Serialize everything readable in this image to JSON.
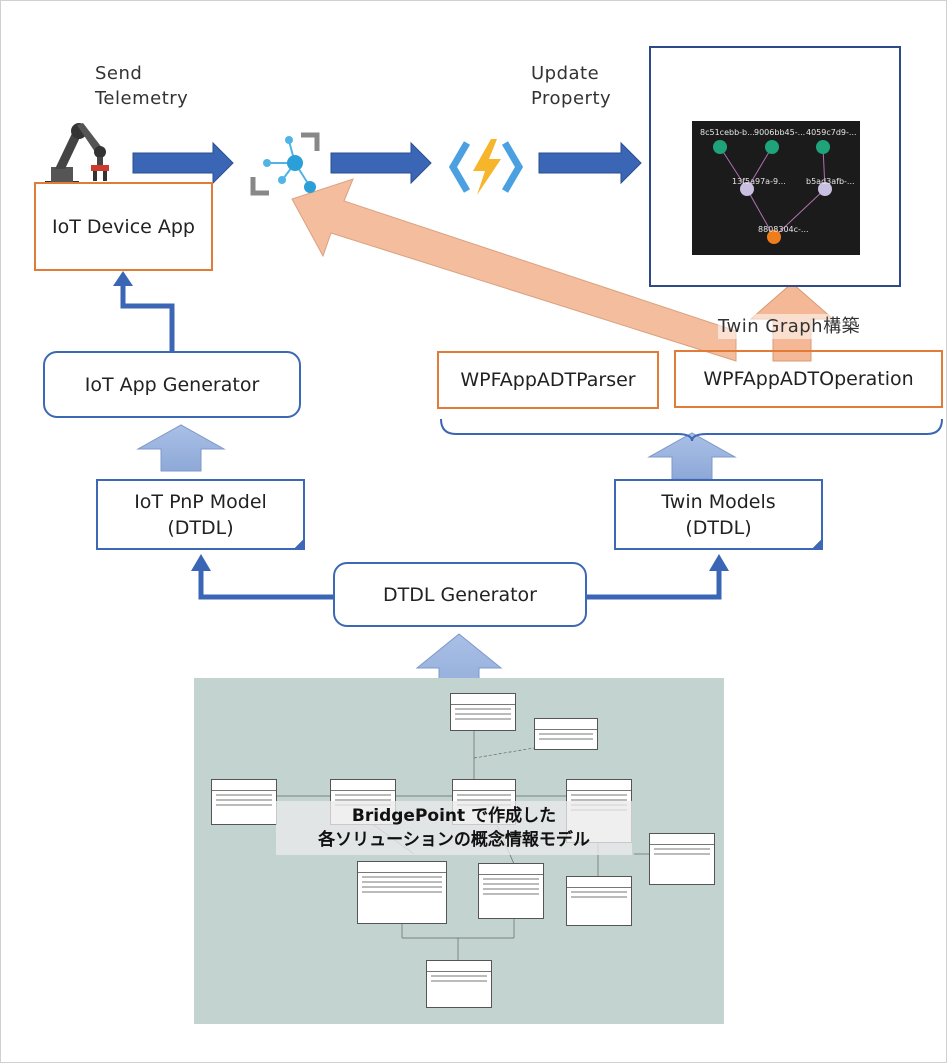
{
  "captions": {
    "send_telemetry": [
      "Send",
      "Telemetry"
    ],
    "update_property": [
      "Update",
      "Property"
    ],
    "twin_graph": "Twin Graph構築"
  },
  "boxes": {
    "iot_device_app": "IoT Device App",
    "iot_app_generator": "IoT App Generator",
    "iot_pnp_model": [
      "IoT PnP Model",
      "(DTDL)"
    ],
    "dtdl_generator": "DTDL Generator",
    "twin_models": [
      "Twin Models",
      "(DTDL)"
    ],
    "wpf_parser": "WPFAppADTParser",
    "wpf_operation": "WPFAppADTOperation"
  },
  "twin_graph_nodes": [
    {
      "label": "8c51cebb-b...",
      "color": "#1fa37a"
    },
    {
      "label": "9006bb45-...",
      "color": "#1fa37a"
    },
    {
      "label": "4059c7d9-...",
      "color": "#1fa37a"
    },
    {
      "label": "13f5a97a-9...",
      "color": "#c9bfe0"
    },
    {
      "label": "b5ad3afb-...",
      "color": "#c9bfe0"
    },
    {
      "label": "8808304c-...",
      "color": "#ee7d1c"
    }
  ],
  "uml": {
    "overlay": [
      "BridgePoint で作成した",
      "各ソリューションの概念情報モデル"
    ]
  },
  "colors": {
    "blue_arrow": "#3a66b5",
    "light_blue_arrow": "#9fb7de",
    "orange_arrow": "#f4b896",
    "orange_border": "#e07c37",
    "uml_background": "#c2d3d0"
  },
  "icons": [
    "robot-arm-icon",
    "iot-hub-icon",
    "azure-functions-icon"
  ]
}
